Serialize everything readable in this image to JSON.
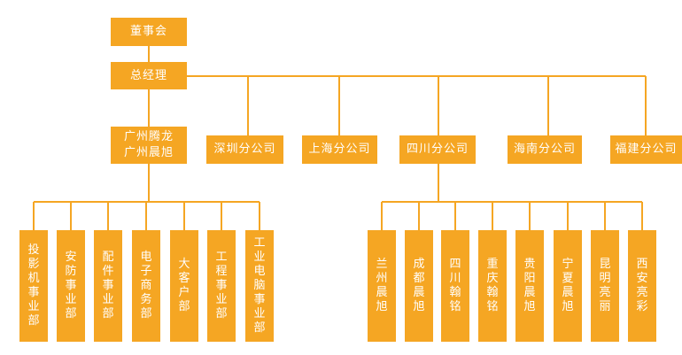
{
  "chart": {
    "root": "董事会",
    "gm": "总经理",
    "branches": {
      "guangzhou": "广州腾龙\n广州晨旭",
      "shenzhen": "深圳分公司",
      "shanghai": "上海分公司",
      "sichuan": "四川分公司",
      "hainan": "海南分公司",
      "fujian": "福建分公司"
    },
    "guangzhou_units": [
      "投影机事业部",
      "安防事业部",
      "配件事业部",
      "电子商务部",
      "大客户部",
      "工程事业部",
      "工业电脑事业部"
    ],
    "sichuan_units": [
      "兰州晨旭",
      "成都晨旭",
      "四川翰铭",
      "重庆翰铭",
      "贵阳晨旭",
      "宁夏晨旭",
      "昆明亮丽",
      "西安亮彩"
    ]
  },
  "colors": {
    "box": "#f5a623",
    "line": "#f5a623",
    "text": "#ffffff"
  }
}
